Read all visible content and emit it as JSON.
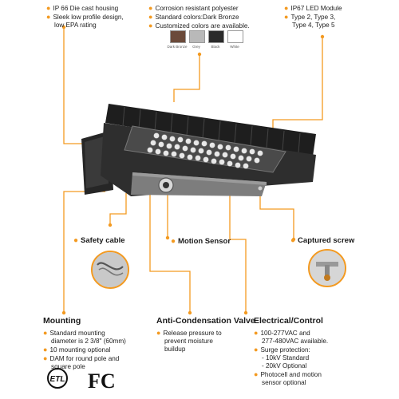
{
  "housing": {
    "lines": [
      "IP 66 Die cast housing",
      "Sleek low profile design,",
      "low EPA rating"
    ]
  },
  "coating": {
    "lines": [
      "Corrosion resistant polyester",
      "Standard colors:Dark Bronze",
      "Customized colors are available."
    ],
    "swatches": [
      {
        "label": "Dark Bronze",
        "color": "#6b4a3a"
      },
      {
        "label": "Grey",
        "color": "#b9b9b9"
      },
      {
        "label": "Black",
        "color": "#2a2a2a"
      },
      {
        "label": "White",
        "color": "#ffffff"
      }
    ]
  },
  "led": {
    "lines": [
      "IP67 LED Module",
      "Type 2, Type 3,",
      "Type 4, Type 5"
    ]
  },
  "safety_cable": {
    "title": "Safety cable"
  },
  "motion_sensor": {
    "title": "Motion Sensor"
  },
  "captured_screw": {
    "title": "Captured screw"
  },
  "mounting": {
    "title": "Mounting",
    "lines": [
      "Standard mounting",
      "diameter is 2 3/8\" (60mm)",
      "10 mounting optional",
      "DAM for round pole and",
      "square pole"
    ]
  },
  "anti_condensation": {
    "title": "Anti-Condensation Valve",
    "lines": [
      "Release pressure to",
      "prevent moisture",
      "buildup"
    ]
  },
  "electrical": {
    "title": "Electrical/Control",
    "lines": [
      "100-277VAC and",
      "277-480VAC available.",
      "Surge protection:",
      "- 10kV Standard",
      "- 20kV Optional",
      "Photocell and motion",
      "sensor optional"
    ]
  },
  "certs": {
    "etl": "ETL",
    "fcc": "FC"
  },
  "colors": {
    "accent": "#f39a21",
    "body": "#2b2b2b"
  }
}
